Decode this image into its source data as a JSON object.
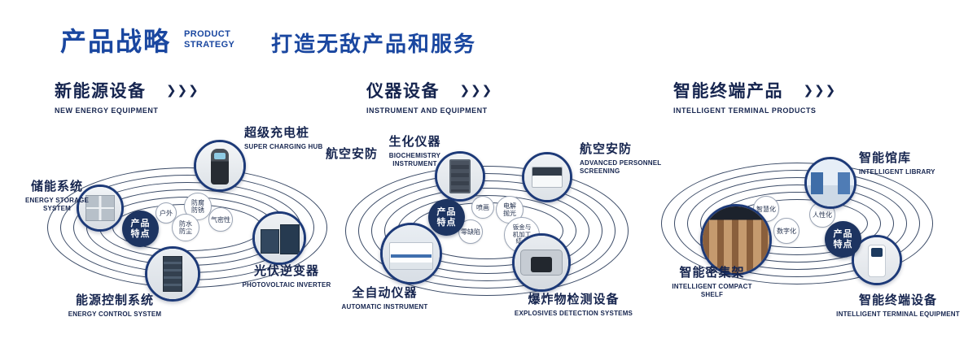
{
  "header": {
    "title": "产品战略",
    "title_en": [
      "PRODUCT",
      "STRATEGY"
    ],
    "slogan": "打造无敌产品和服务"
  },
  "sections": [
    {
      "title": "新能源设备",
      "subtitle": "NEW ENERGY EQUIPMENT",
      "arrows": "❯❯❯",
      "badge": "产品特点",
      "features": [
        "户外",
        "防腐防锈",
        "气密性",
        "防水防尘"
      ],
      "products": [
        {
          "name": "储能系统",
          "name_en": "ENERGY STORAGE SYSTEM"
        },
        {
          "name": "超级充电桩",
          "name_en": "SUPER CHARGING HUB"
        },
        {
          "name": "光伏逆变器",
          "name_en": "PHOTOVOLTAIC INVERTER"
        },
        {
          "name": "能源控制系统",
          "name_en": "ENERGY CONTROL SYSTEM"
        }
      ]
    },
    {
      "title": "仪器设备",
      "subtitle": "INSTRUMENT AND EQUIPMENT",
      "arrows": "❯❯❯",
      "badge": "产品特点",
      "extra_label": "航空安防",
      "features": [
        "喷画",
        "电解抛光",
        "零缺陷",
        "钣金与机加工结合"
      ],
      "products": [
        {
          "name": "生化仪器",
          "name_en": "BIOCHEMISTRY INSTRUMENT"
        },
        {
          "name": "航空安防",
          "name_en": "ADVANCED PERSONNEL SCREENING"
        },
        {
          "name": "全自动仪器",
          "name_en": "AUTOMATIC INSTRUMENT"
        },
        {
          "name": "爆炸物检测设备",
          "name_en": "EXPLOSIVES DETECTION SYSTEMS"
        }
      ]
    },
    {
      "title": "智能终端产品",
      "subtitle": "INTELLIGENT TERMINAL PRODUCTS",
      "arrows": "❯❯❯",
      "badge": "产品特点",
      "features": [
        "智慧化",
        "人性化",
        "数字化"
      ],
      "products": [
        {
          "name": "智能馆库",
          "name_en": "INTELLIGENT LIBRARY"
        },
        {
          "name": "智能密集架",
          "name_en": "INTELLIGENT COMPACT SHELF"
        },
        {
          "name": "智能终端设备",
          "name_en": "INTELLIGENT TERMINAL EQUIPMENT"
        }
      ]
    }
  ],
  "colors": {
    "accent_blue": "#1a47a0",
    "navy_text": "#16254f",
    "badge_navy": "#1d3461"
  }
}
